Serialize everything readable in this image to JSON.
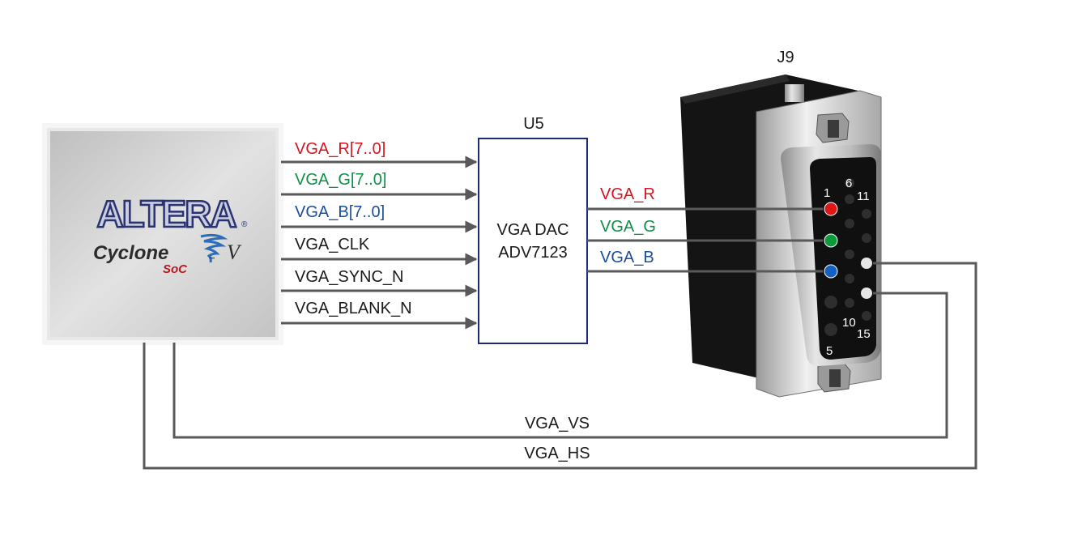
{
  "colors": {
    "red": "#d7141e",
    "green": "#0a9146",
    "blue": "#1a4e9a",
    "black": "#1a1a1a",
    "wire": "#595959",
    "box_border": "#1f2a7a"
  },
  "fpga": {
    "brand": "ALTERA",
    "family": "Cyclone",
    "version": "V",
    "variant": "SoC",
    "trademark": "®",
    "tm": "™",
    "icon": "cyclone-swirl-icon"
  },
  "bus_signals": [
    {
      "label": "VGA_R[7..0]",
      "color": "#d7141e"
    },
    {
      "label": "VGA_G[7..0]",
      "color": "#0a9146"
    },
    {
      "label": "VGA_B[7..0]",
      "color": "#1a4e9a"
    },
    {
      "label": "VGA_CLK",
      "color": "#1a1a1a"
    },
    {
      "label": "VGA_SYNC_N",
      "color": "#1a1a1a"
    },
    {
      "label": "VGA_BLANK_N",
      "color": "#1a1a1a"
    }
  ],
  "dac": {
    "ref": "U5",
    "line1": "VGA DAC",
    "line2": "ADV7123"
  },
  "analog_signals": [
    {
      "label": "VGA_R",
      "color": "#d7141e"
    },
    {
      "label": "VGA_G",
      "color": "#0a9146"
    },
    {
      "label": "VGA_B",
      "color": "#1a4e9a"
    }
  ],
  "connector": {
    "ref": "J9",
    "pins": [
      "1",
      "6",
      "11",
      "10",
      "15",
      "5"
    ]
  },
  "sync_signals": {
    "vs": "VGA_VS",
    "hs": "VGA_HS"
  }
}
